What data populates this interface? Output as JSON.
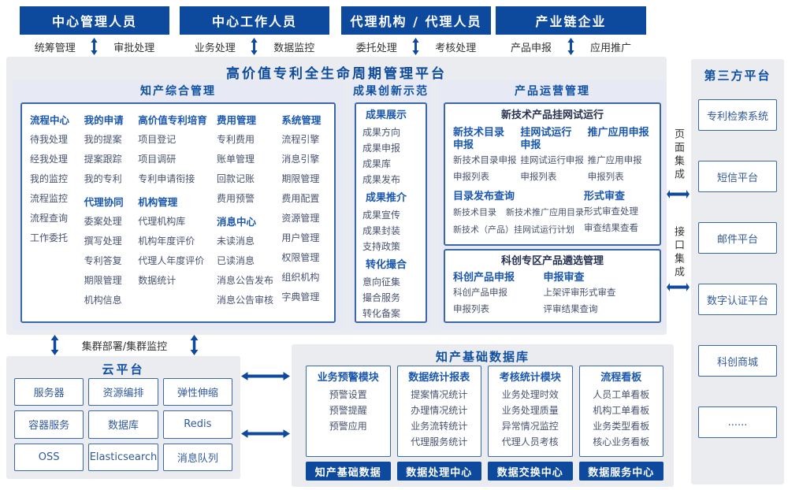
{
  "colors": {
    "primary": "#0d4a9e",
    "title_text": "#0c4a9c",
    "section_title": "#0f50a2",
    "column_header": "#1b58ad",
    "item_text": "#47536f",
    "dark_subtitle": "#263250",
    "panel_bg": "#ebecef",
    "section_bg": "#e7eaf4",
    "box_border": "#3a67a8",
    "label_text": "#333333",
    "blue_item": "#30599c"
  },
  "icons": {
    "vertical_double_arrow": "double-arrow-vertical",
    "horizontal_double_arrow": "double-arrow-horizontal"
  },
  "top_actors": [
    {
      "title": "中心管理人员",
      "left_label": "统筹管理",
      "right_label": "审批处理"
    },
    {
      "title": "中心工作人员",
      "left_label": "业务处理",
      "right_label": "数据监控"
    },
    {
      "title": "代理机构 / 代理人员",
      "left_label": "委托处理",
      "right_label": "考核处理"
    },
    {
      "title": "产业链企业",
      "left_label": "产品申报",
      "right_label": "应用推广"
    }
  ],
  "platform": {
    "title": "高价值专利全生命周期管理平台",
    "sections": {
      "zhichan": {
        "title": "知产综合管理",
        "columns": [
          [
            {
              "kind": "header",
              "label": "流程中心"
            },
            {
              "kind": "item",
              "label": "待我处理"
            },
            {
              "kind": "item",
              "label": "经我处理"
            },
            {
              "kind": "item",
              "label": "我的监控"
            },
            {
              "kind": "item",
              "label": "流程监控"
            },
            {
              "kind": "item",
              "label": "流程查询"
            },
            {
              "kind": "item",
              "label": "工作委托"
            }
          ],
          [
            {
              "kind": "header",
              "label": "我的申请"
            },
            {
              "kind": "item",
              "label": "我的提案"
            },
            {
              "kind": "item",
              "label": "提案跟踪"
            },
            {
              "kind": "item",
              "label": "我的专利"
            },
            {
              "kind": "header",
              "label": "代理协同"
            },
            {
              "kind": "item",
              "label": "委案处理"
            },
            {
              "kind": "item",
              "label": "撰写处理"
            },
            {
              "kind": "item",
              "label": "专利答复"
            },
            {
              "kind": "item",
              "label": "期限管理"
            },
            {
              "kind": "item",
              "label": "机构信息"
            }
          ],
          [
            {
              "kind": "header",
              "label": "高价值专利培育"
            },
            {
              "kind": "item",
              "label": "项目登记"
            },
            {
              "kind": "item",
              "label": "项目调研"
            },
            {
              "kind": "item",
              "label": "专利申请衔接"
            },
            {
              "kind": "header",
              "label": "机构管理"
            },
            {
              "kind": "item",
              "label": "代理机构库"
            },
            {
              "kind": "item",
              "label": "机构年度评价"
            },
            {
              "kind": "item",
              "label": "代理人年度评价"
            },
            {
              "kind": "item",
              "label": "数据统计"
            }
          ],
          [
            {
              "kind": "header",
              "label": "费用管理"
            },
            {
              "kind": "item",
              "label": "专利费用"
            },
            {
              "kind": "item",
              "label": "账单管理"
            },
            {
              "kind": "item",
              "label": "回款记账"
            },
            {
              "kind": "item",
              "label": "费用预警"
            },
            {
              "kind": "header",
              "label": "消息中心"
            },
            {
              "kind": "item",
              "label": "未读消息"
            },
            {
              "kind": "item",
              "label": "已读消息"
            },
            {
              "kind": "item",
              "label": "消息公告发布"
            },
            {
              "kind": "item",
              "label": "消息公告审核"
            }
          ],
          [
            {
              "kind": "header",
              "label": "系统管理"
            },
            {
              "kind": "item",
              "label": "流程引擎"
            },
            {
              "kind": "item",
              "label": "消息引擎"
            },
            {
              "kind": "item",
              "label": "期限管理"
            },
            {
              "kind": "item",
              "label": "费用配置"
            },
            {
              "kind": "item",
              "label": "资源管理"
            },
            {
              "kind": "item",
              "label": "用户管理"
            },
            {
              "kind": "item",
              "label": "权限管理"
            },
            {
              "kind": "item",
              "label": "组织机构"
            },
            {
              "kind": "item",
              "label": "字典管理"
            }
          ]
        ]
      },
      "chengguo": {
        "title": "成果创新示范",
        "entries": [
          {
            "kind": "header",
            "label": "成果展示"
          },
          {
            "kind": "item",
            "label": "成果方向"
          },
          {
            "kind": "item",
            "label": "成果申报"
          },
          {
            "kind": "item",
            "label": "成果库"
          },
          {
            "kind": "item",
            "label": "成果发布"
          },
          {
            "kind": "header",
            "label": "成果推介"
          },
          {
            "kind": "item",
            "label": "成果宣传"
          },
          {
            "kind": "item",
            "label": "成果封装"
          },
          {
            "kind": "item",
            "label": "支持政策"
          },
          {
            "kind": "header",
            "label": "转化撮合"
          },
          {
            "kind": "item",
            "label": "意向征集"
          },
          {
            "kind": "item",
            "label": "撮合服务"
          },
          {
            "kind": "item",
            "label": "转化备案"
          }
        ]
      },
      "chanpin": {
        "title": "产品运营管理",
        "sub1": {
          "title": "新技术产品挂网试运行",
          "columns": [
            {
              "header": "新技术目录\n申报",
              "items": [
                "新技术目录申报",
                "申报列表"
              ]
            },
            {
              "header": "挂网试运行\n申报",
              "items": [
                "挂网试运行申报",
                "申报列表"
              ]
            },
            {
              "header": "推广应用申报",
              "items": [
                "推广应用申报",
                "申报列表"
              ]
            }
          ],
          "catalog": {
            "header": "目录发布查询",
            "row1": [
              "新技术目录",
              "新技术推广应用目录"
            ],
            "row2": "新技术（产品）挂网试运行计划"
          },
          "review": {
            "header": "形式审查",
            "items": [
              "形式审查处理",
              "审查结果查看"
            ]
          }
        },
        "sub2": {
          "title": "科创专区产品遴选管理",
          "columns": [
            {
              "header": "科创产品申报",
              "items": [
                "科创产品申报",
                "申报列表"
              ]
            },
            {
              "header": "申报审查",
              "items": [
                "上架评审形式审查",
                "评审结果查询"
              ]
            }
          ]
        }
      }
    }
  },
  "integration": {
    "page_label": "页面集成",
    "api_label": "接口集成"
  },
  "third_party": {
    "title": "第三方平台",
    "items": [
      "专利检索系统",
      "短信平台",
      "邮件平台",
      "数字认证平台",
      "科创商城",
      "......"
    ]
  },
  "cluster_label": "集群部署/集群监控",
  "cloud": {
    "title": "云平台",
    "items": [
      "服务器",
      "资源编排",
      "弹性伸缩",
      "容器服务",
      "数据库",
      "Redis",
      "OSS",
      "Elasticsearch",
      "消息队列"
    ]
  },
  "database": {
    "title": "知产基础数据库",
    "modules": [
      {
        "header": "业务预警模块",
        "items": [
          "预警设置",
          "预警提醒",
          "预警应用"
        ],
        "footer": "知产基础数据"
      },
      {
        "header": "数据统计报表",
        "items": [
          "提案情况统计",
          "办理情况统计",
          "业务流转统计",
          "代理服务统计"
        ],
        "footer": "数据处理中心"
      },
      {
        "header": "考核统计模块",
        "items": [
          "业务处理时效",
          "业务处理质量",
          "异常情况监控",
          "代理人员考核"
        ],
        "footer": "数据交换中心"
      },
      {
        "header": "流程看板",
        "items": [
          "人员工单看板",
          "机构工单看板",
          "业务类型看板",
          "核心业务看板"
        ],
        "footer": "数据服务中心"
      }
    ]
  }
}
